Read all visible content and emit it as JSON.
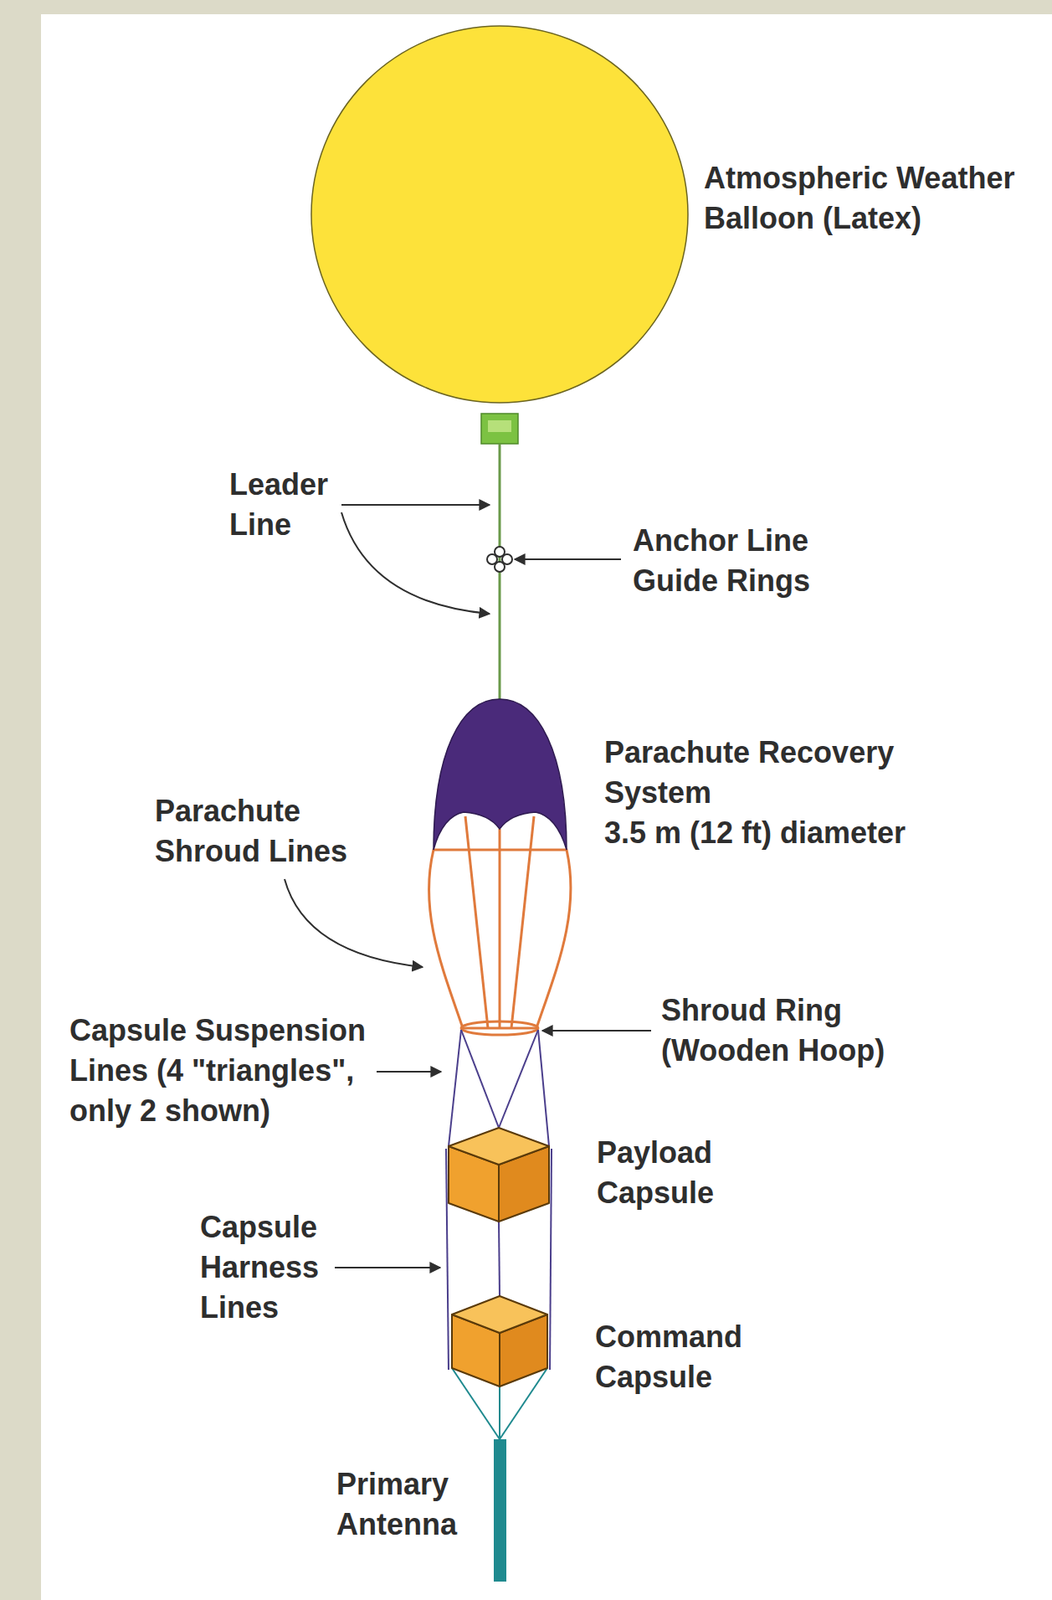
{
  "diagram": {
    "labels": [
      "Atmospheric Weather Balloon (Latex)",
      "Leader Line",
      "Anchor Line Guide Rings",
      "Parachute Recovery System 3.5 m (12 ft) diameter",
      "Parachute Shroud Lines",
      "Shroud Ring (Wooden Hoop)",
      "Capsule Suspension Lines (4 \"triangles\", only 2 shown)",
      "Payload Capsule",
      "Capsule Harness Lines",
      "Command Capsule",
      "Primary Antenna"
    ]
  }
}
